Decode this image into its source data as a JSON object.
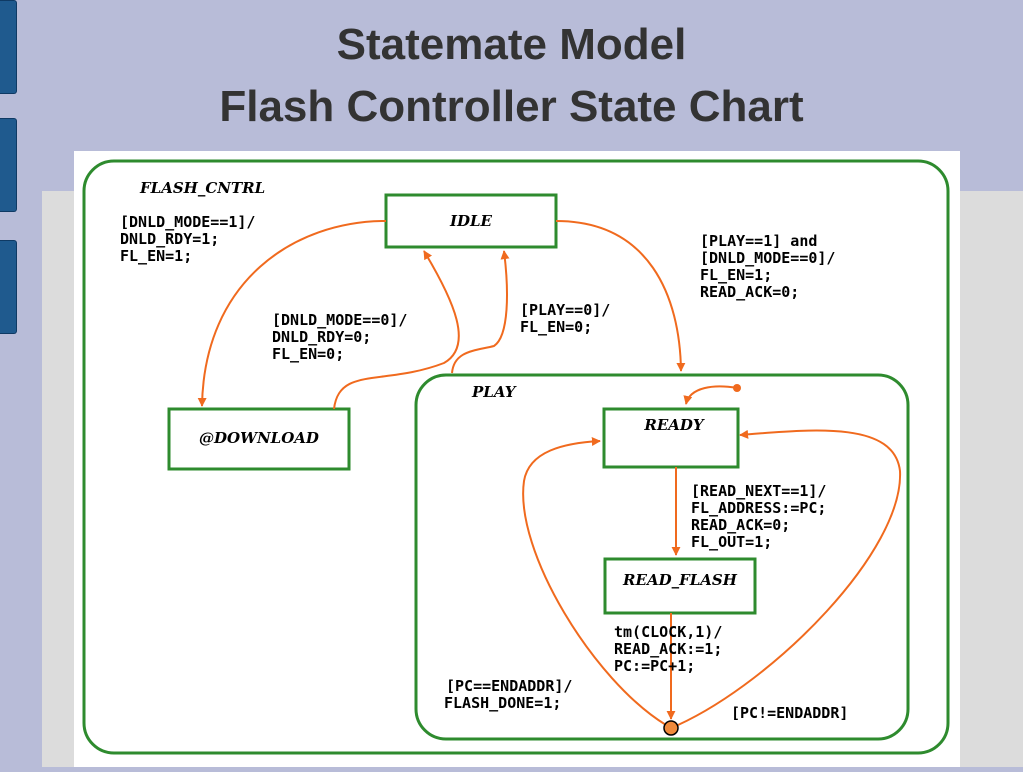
{
  "slide": {
    "title_line1": "Statemate Model",
    "title_line2": "Flash Controller State Chart"
  },
  "diagram": {
    "outer_state": "FLASH_CNTRL",
    "states": {
      "idle": "IDLE",
      "download": "@DOWNLOAD",
      "play": "PLAY",
      "ready": "READY",
      "read_flash": "READ_FLASH"
    },
    "transitions": {
      "idle_to_download": [
        "[DNLD_MODE==1]/",
        "DNLD_RDY=1;",
        "FL_EN=1;"
      ],
      "download_to_idle": [
        "[DNLD_MODE==0]/",
        "DNLD_RDY=0;",
        "FL_EN=0;"
      ],
      "play_to_idle": [
        "[PLAY==0]/",
        "FL_EN=0;"
      ],
      "idle_to_play": [
        "[PLAY==1] and",
        "[DNLD_MODE==0]/",
        "FL_EN=1;",
        "READ_ACK=0;"
      ],
      "ready_to_read_flash": [
        "[READ_NEXT==1]/",
        "FL_ADDRESS:=PC;",
        "READ_ACK=0;",
        "FL_OUT=1;"
      ],
      "read_flash_to_junction": [
        "tm(CLOCK,1)/",
        "READ_ACK:=1;",
        "PC:=PC+1;"
      ],
      "junction_done": [
        "[PC==ENDADDR]/",
        "FLASH_DONE=1;"
      ],
      "junction_loop": [
        "[PC!=ENDADDR]"
      ]
    },
    "colors": {
      "state_border": "#2e8b2e",
      "transition": "#f06a1e",
      "junction_fill": "#f08a3c"
    }
  }
}
